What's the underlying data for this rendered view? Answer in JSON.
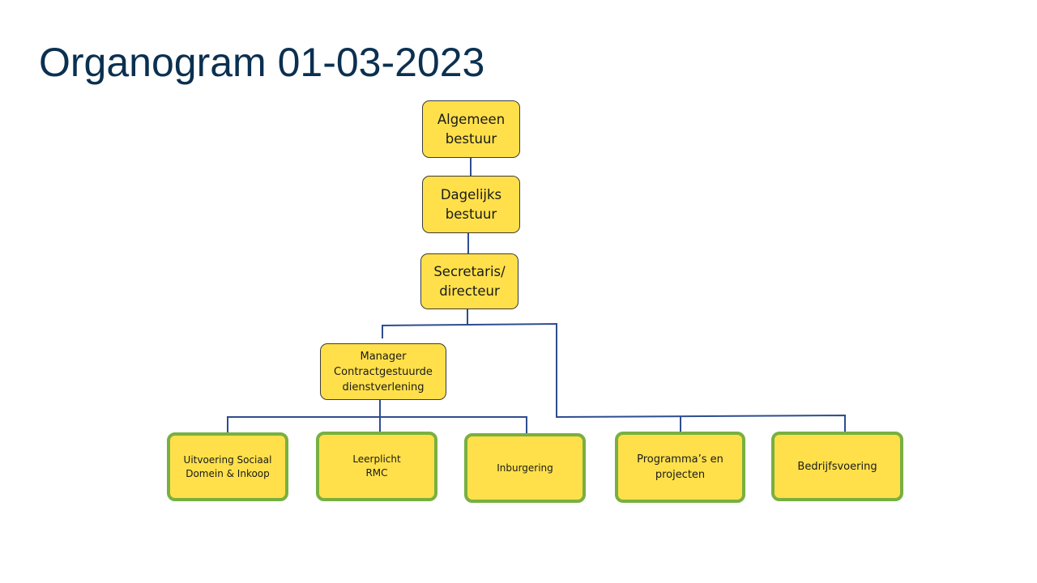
{
  "title": "Organogram 01-03-2023",
  "colors": {
    "title": "#0b3050",
    "box_fill": "#ffe04b",
    "box_border": "#3b3b3b",
    "leaf_border": "#78b040",
    "connector": "#2e4d8f"
  },
  "nodes": {
    "algemeen_bestuur": {
      "line1": "Algemeen",
      "line2": "bestuur"
    },
    "dagelijks_bestuur": {
      "line1": "Dagelijks",
      "line2": "bestuur"
    },
    "secretaris_directeur": {
      "line1": "Secretaris/",
      "line2": "directeur"
    },
    "manager": {
      "line1": "Manager",
      "line2": "Contractgestuurde",
      "line3": "dienstverlening"
    },
    "uitvoering": {
      "line1": "Uitvoering Sociaal",
      "line2": "Domein & Inkoop"
    },
    "leerplicht": {
      "line1": "Leerplicht",
      "line2": "RMC"
    },
    "inburgering": {
      "line1": "Inburgering"
    },
    "programmas": {
      "line1": "Programma’s en",
      "line2": "projecten"
    },
    "bedrijfsvoering": {
      "line1": "Bedrijfsvoering"
    }
  }
}
